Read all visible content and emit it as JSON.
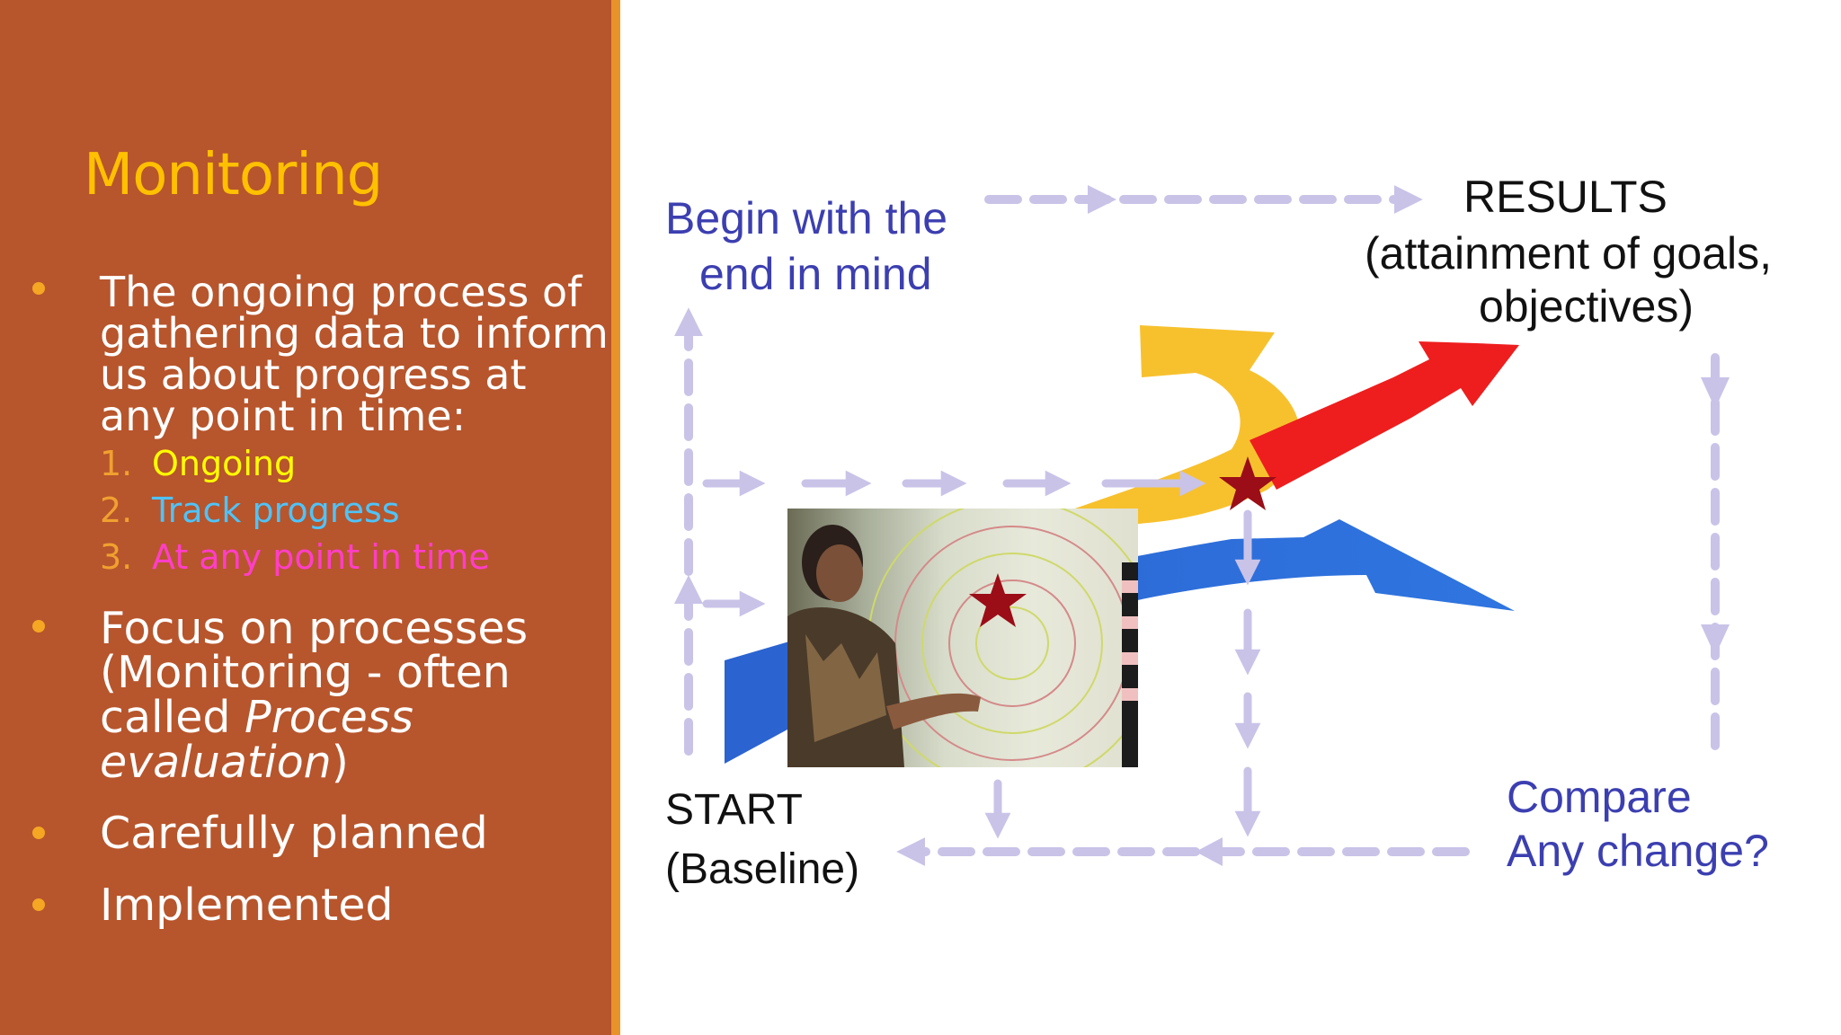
{
  "slide": {
    "title": "Monitoring",
    "bullets": [
      {
        "lines": [
          "The ongoing process of",
          "gathering data to inform",
          "us about progress at",
          "any point in time:"
        ],
        "sub_items": [
          {
            "number": "1.",
            "text": "Ongoing",
            "color": "#FFFF00"
          },
          {
            "number": "2.",
            "text": "Track progress",
            "color": "#4FC3F7"
          },
          {
            "number": "3.",
            "text": "At any point in time",
            "color": "#FF3EC8"
          }
        ]
      },
      {
        "line1": "Focus on processes",
        "line2": "(Monitoring - often",
        "line3_prefix": "called ",
        "line3_italic": "Process",
        "line4_italic": "evaluation",
        "line4_suffix": ")"
      },
      {
        "text": "Carefully planned"
      },
      {
        "text": "Implemented"
      }
    ]
  },
  "diagram": {
    "begin_line1": "Begin with  the",
    "begin_line2": "end in mind",
    "results_line1": "RESULTS",
    "results_line2": "(attainment of goals,",
    "results_line3": "objectives)",
    "start_line1": "START",
    "start_line2": "(Baseline)",
    "compare_line1": "Compare",
    "compare_line2": "Any change?"
  },
  "colors": {
    "panel_bg": "#B7552C",
    "divider": "#E8922A",
    "title": "#FFC000",
    "bullet_dot": "#F5A623",
    "dashed_path": "#C9C3E8",
    "arrow_blue": "#2F6FD6",
    "arrow_yellow": "#F7C12E",
    "arrow_red": "#EE1E1E",
    "star": "#9B0D17",
    "label_blue": "#3C3FB0",
    "label_black": "#111111"
  },
  "icons": [
    "star-icon",
    "arrow-icon"
  ]
}
